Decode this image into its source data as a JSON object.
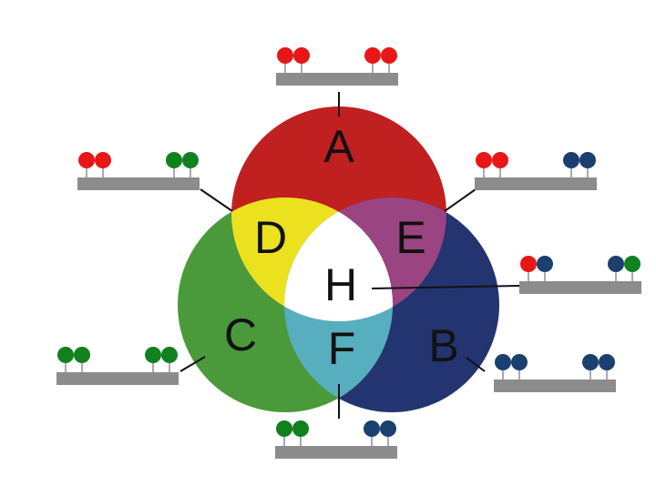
{
  "colors": {
    "red": "#c0201f",
    "green": "#4a9a3c",
    "blue": "#233470",
    "yellow": "#ebe11e",
    "magenta": "#9a4482",
    "cyan": "#56aebe",
    "white": "#ffffff",
    "bar": "#8c8c8c",
    "stem": "#a9a9b8",
    "line": "#111111",
    "dot_red": "#e81717",
    "dot_green": "#11801f",
    "dot_blue": "#1b3f6e"
  },
  "regions": {
    "A": "A",
    "B": "B",
    "C": "C",
    "D": "D",
    "E": "E",
    "F": "F",
    "H": "H"
  },
  "molecules": [
    {
      "region": "A",
      "left": [
        "red",
        "red"
      ],
      "right": [
        "red",
        "red"
      ]
    },
    {
      "region": "D",
      "left": [
        "red",
        "red"
      ],
      "right": [
        "green",
        "green"
      ]
    },
    {
      "region": "E",
      "left": [
        "red",
        "red"
      ],
      "right": [
        "blue",
        "blue"
      ]
    },
    {
      "region": "H",
      "left": [
        "red",
        "blue"
      ],
      "right": [
        "blue",
        "green"
      ]
    },
    {
      "region": "C",
      "left": [
        "green",
        "green"
      ],
      "right": [
        "green",
        "green"
      ]
    },
    {
      "region": "B",
      "left": [
        "blue",
        "blue"
      ],
      "right": [
        "blue",
        "blue"
      ]
    },
    {
      "region": "F",
      "left": [
        "green",
        "green"
      ],
      "right": [
        "blue",
        "blue"
      ]
    }
  ]
}
